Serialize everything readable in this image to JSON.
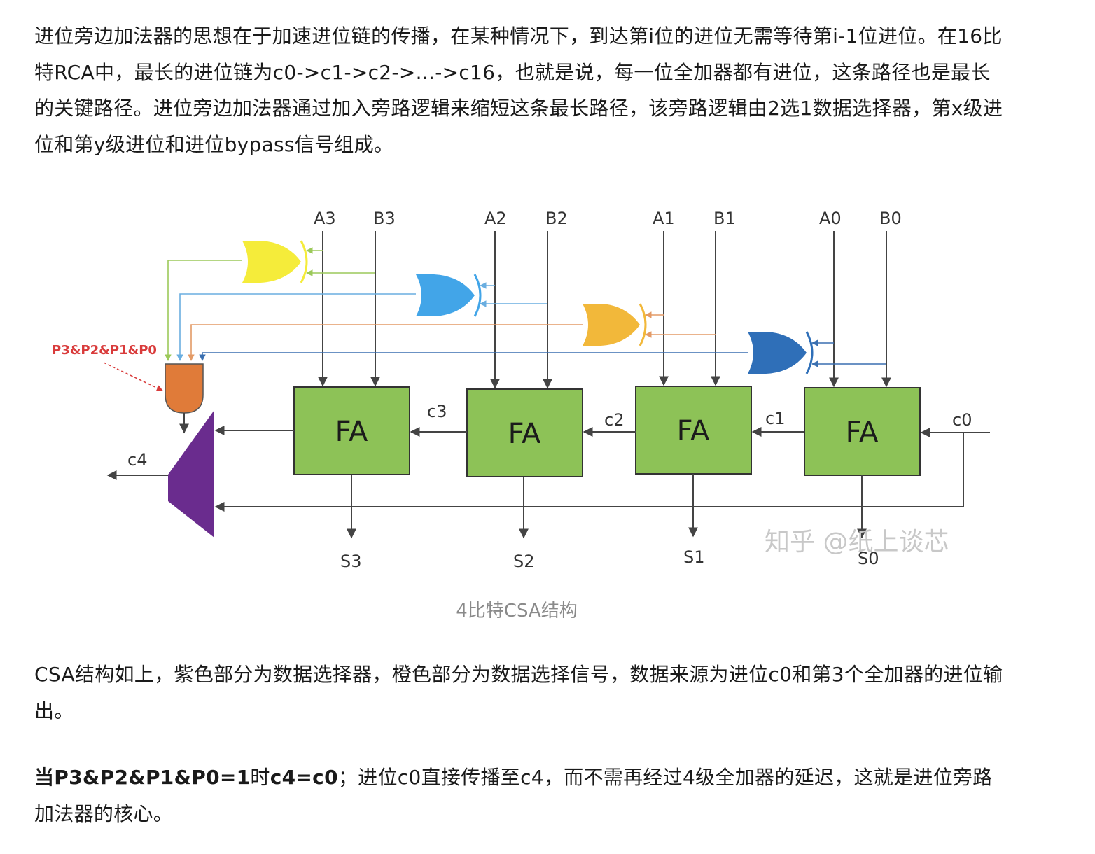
{
  "paragraphs": {
    "p1": "进位旁边加法器的思想在于加速进位链的传播，在某种情况下，到达第i位的进位无需等待第i-1位进位。在16比特RCA中，最长的进位链为c0->c1->c2->...->c16，也就是说，每一位全加器都有进位，这条路径也是最长的关键路径。进位旁边加法器通过加入旁路逻辑来缩短这条最长路径，该旁路逻辑由2选1数据选择器，第x级进位和第y级进位和进位bypass信号组成。",
    "p2": "CSA结构如上，紫色部分为数据选择器，橙色部分为数据选择信号，数据来源为进位c0和第3个全加器的进位输出。",
    "p3_bold_1": "当P3&P2&P1&P0=1",
    "p3_mid_1": "时",
    "p3_bold_2": "c4=c0",
    "p3_rest": "；进位c0直接传播至c4，而不需再经过4级全加器的延迟，这就是进位旁路加法器的核心。"
  },
  "figure": {
    "caption": "4比特CSA结构",
    "fa_label": "FA",
    "inputs": [
      "A3",
      "B3",
      "A2",
      "B2",
      "A1",
      "B1",
      "A0",
      "B0"
    ],
    "carries": [
      "c3",
      "c2",
      "c1",
      "c0",
      "c4"
    ],
    "sums": [
      "S3",
      "S2",
      "S1",
      "S0"
    ],
    "and_label": "P3&P2&P1&P0",
    "watermark": "知乎 @纸上谈芯",
    "colors": {
      "fa_fill": "#8dc257",
      "mux_fill": "#6a2c8e",
      "and_fill": "#e07b39",
      "xor3": "#f5ec3a",
      "xor2": "#42a5e8",
      "xor1": "#f2b83a",
      "xor0": "#2f6fb8",
      "line": "#444444"
    }
  }
}
